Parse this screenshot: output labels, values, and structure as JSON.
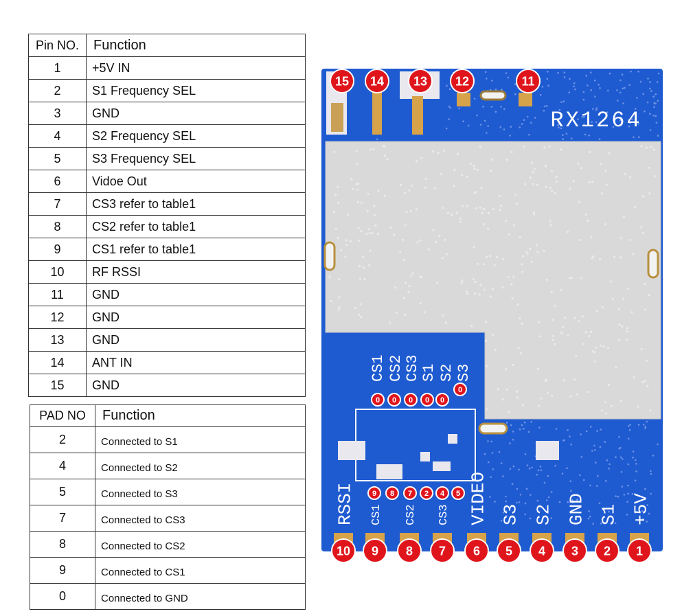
{
  "pin_table": {
    "header": {
      "col1": "Pin NO.",
      "col2": "Function"
    },
    "rows": [
      {
        "no": "1",
        "fn": "+5V IN"
      },
      {
        "no": "2",
        "fn": "S1 Frequency SEL"
      },
      {
        "no": "3",
        "fn": "GND"
      },
      {
        "no": "4",
        "fn": "S2 Frequency SEL"
      },
      {
        "no": "5",
        "fn": "S3 Frequency SEL"
      },
      {
        "no": "6",
        "fn": "Vidoe Out"
      },
      {
        "no": "7",
        "fn": "CS3 refer to  table1"
      },
      {
        "no": "8",
        "fn": "CS2 refer to  table1"
      },
      {
        "no": "9",
        "fn": "CS1 refer to  table1"
      },
      {
        "no": "10",
        "fn": "RF  RSSI"
      },
      {
        "no": "11",
        "fn": "GND"
      },
      {
        "no": "12",
        "fn": "GND"
      },
      {
        "no": "13",
        "fn": "GND"
      },
      {
        "no": "14",
        "fn": "ANT IN"
      },
      {
        "no": "15",
        "fn": "GND"
      }
    ]
  },
  "pad_table": {
    "header": {
      "col1": "PAD NO",
      "col2": "Function"
    },
    "rows": [
      {
        "no": "2",
        "fn": "Connected to S1"
      },
      {
        "no": "4",
        "fn": "Connected to S2"
      },
      {
        "no": "5",
        "fn": "Connected to S3"
      },
      {
        "no": "7",
        "fn": "Connected to CS3"
      },
      {
        "no": "8",
        "fn": "Connected to CS2"
      },
      {
        "no": "9",
        "fn": "Connected to CS1"
      },
      {
        "no": "0",
        "fn": "Connected to GND"
      }
    ]
  },
  "board": {
    "model": "RX1264",
    "colors": {
      "pcb": "#1f5bd0",
      "shield": "#d9d9d9",
      "marker": "#e0151c",
      "pad": "#d6a24a"
    },
    "top_markers": [
      "15",
      "14",
      "13",
      "12",
      "11"
    ],
    "bottom_labels": [
      "RSSI",
      "CS1",
      "CS2",
      "CS3",
      "VIDEO",
      "S3",
      "S2",
      "GND",
      "S1",
      "+5V"
    ],
    "bottom_markers": [
      "10",
      "9",
      "8",
      "7",
      "6",
      "5",
      "4",
      "3",
      "2",
      "1"
    ],
    "dip_labels": [
      "CS1",
      "CS2",
      "CS3",
      "S1",
      "S2",
      "S3"
    ],
    "dip_markers": [
      "0",
      "0",
      "0",
      "0",
      "0",
      "0"
    ],
    "small_pad_markers": [
      "9",
      "8",
      "7",
      "2",
      "4",
      "5"
    ]
  }
}
